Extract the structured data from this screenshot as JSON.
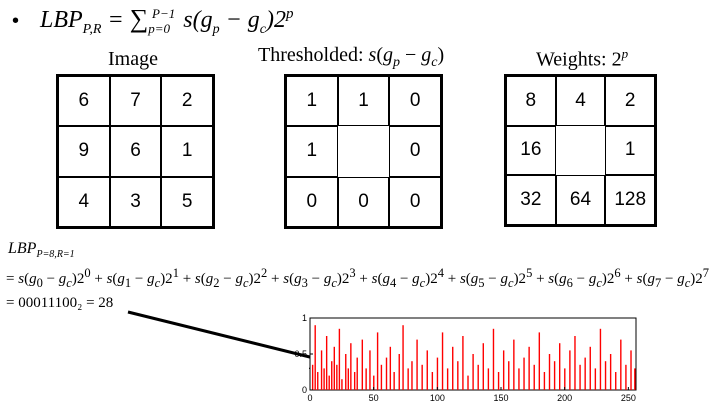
{
  "header": {
    "bullet": "•",
    "formula": "LBP_{P,R} = Σ_{p=0}^{P−1} s(g_p − g_c) 2^p"
  },
  "image_grid": {
    "title": "Image",
    "cells": [
      "6",
      "7",
      "2",
      "9",
      "6",
      "1",
      "4",
      "3",
      "5"
    ]
  },
  "threshold_grid": {
    "title": "Thresholded: s(g_p − g_c)",
    "cells": [
      "1",
      "1",
      "0",
      "1",
      "",
      "0",
      "0",
      "0",
      "0"
    ]
  },
  "weights_grid": {
    "title": "Weights: 2^p",
    "cells": [
      "8",
      "4",
      "2",
      "16",
      "",
      "1",
      "32",
      "64",
      "128"
    ]
  },
  "derivation": {
    "label": "LBP_{P=8,R=1}",
    "line1": "= s(g0 − gc)2^0 + s(g1 − gc)2^1 + s(g2 − gc)2^2 + s(g3 − gc)2^3 + s(g4 − gc)2^4 + s(g5 − gc)2^5 + s(g6 − gc)2^6 + s(g7 − gc)2^7",
    "line2": "= 00011100₂ = 28"
  },
  "chart_data": {
    "type": "bar",
    "title": "",
    "xlabel": "",
    "ylabel": "",
    "xlim": [
      0,
      256
    ],
    "ylim": [
      0,
      1
    ],
    "x_ticks": [
      "0",
      "50",
      "100",
      "150",
      "200",
      "250"
    ],
    "y_ticks": [
      "0",
      "0.5",
      "1"
    ],
    "bar_color": "#ff0000",
    "x": [
      2,
      4,
      6,
      9,
      11,
      13,
      15,
      17,
      19,
      21,
      23,
      25,
      28,
      30,
      32,
      35,
      37,
      41,
      44,
      47,
      50,
      53,
      56,
      60,
      63,
      66,
      70,
      73,
      77,
      80,
      84,
      88,
      92,
      96,
      100,
      104,
      108,
      112,
      116,
      120,
      124,
      128,
      132,
      136,
      140,
      144,
      148,
      152,
      156,
      160,
      164,
      168,
      172,
      176,
      180,
      184,
      188,
      192,
      196,
      200,
      204,
      208,
      212,
      216,
      220,
      224,
      228,
      232,
      236,
      240,
      244,
      248,
      252,
      255
    ],
    "values": [
      0.35,
      0.9,
      0.25,
      0.55,
      0.3,
      0.75,
      0.2,
      0.4,
      0.6,
      0.35,
      0.85,
      0.15,
      0.5,
      0.3,
      0.65,
      0.25,
      0.45,
      0.7,
      0.3,
      0.55,
      0.2,
      0.8,
      0.35,
      0.45,
      0.6,
      0.25,
      0.5,
      0.9,
      0.3,
      0.4,
      0.7,
      0.35,
      0.55,
      0.25,
      0.45,
      0.8,
      0.3,
      0.6,
      0.4,
      0.75,
      0.2,
      0.5,
      0.35,
      0.65,
      0.3,
      0.85,
      0.25,
      0.55,
      0.4,
      0.7,
      0.3,
      0.45,
      0.6,
      0.35,
      0.8,
      0.25,
      0.5,
      0.4,
      0.65,
      0.3,
      0.55,
      0.75,
      0.35,
      0.45,
      0.6,
      0.3,
      0.85,
      0.4,
      0.5,
      0.25,
      0.7,
      0.35,
      0.55,
      0.3
    ]
  }
}
